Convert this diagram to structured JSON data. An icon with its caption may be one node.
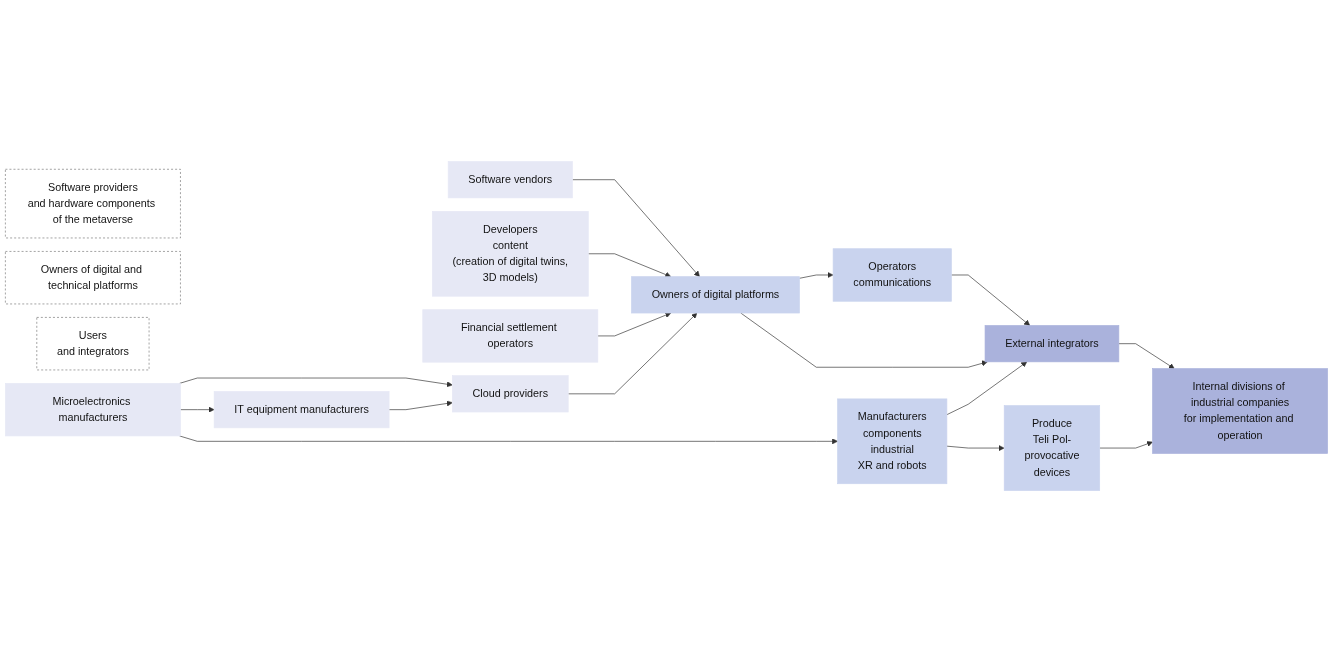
{
  "diagram": {
    "nodes": [
      {
        "text": [
          "Software providers",
          "and hardware components of the metaverse"
        ]
      },
      {
        "text": [
          "Owners of digital and technical platforms"
        ]
      },
      {
        "text": [
          "Users",
          "and integrators"
        ]
      },
      {
        "text": [
          "Software vendors"
        ]
      },
      {
        "text": [
          "Developers",
          "content",
          "(creation of digital twins,",
          "3D models)"
        ]
      },
      {
        "text": [
          "Financial settlement operators"
        ]
      },
      {
        "text": [
          "IT equipment manufacturers"
        ]
      },
      {
        "text": [
          "Cloud providers"
        ]
      },
      {
        "text": [
          "Microelectronics manufacturers"
        ]
      },
      {
        "text": [
          "Owners of digital platforms"
        ]
      },
      {
        "text": [
          "Operators",
          "communications"
        ]
      },
      {
        "text": [
          "Manufacturers",
          "components",
          "industrial",
          "XR and robots"
        ]
      },
      {
        "text": [
          "Produce",
          "Teli Pol-",
          "provocative",
          "devices"
        ]
      },
      {
        "text": [
          "External integrators"
        ]
      },
      {
        "text": [
          "Internal divisions of industrial companies",
          "for implementation and operation"
        ]
      }
    ],
    "edges": [
      {
        "from": 4,
        "to": 9,
        "arrow": "to"
      },
      {
        "from": 3,
        "to": 9,
        "arrow": "to"
      },
      {
        "from": 5,
        "to": 9,
        "arrow": "to"
      },
      {
        "from": 6,
        "to": 7,
        "arrow": "to"
      },
      {
        "from": 8,
        "to": 7,
        "arrow": "to"
      },
      {
        "from": 8,
        "to": 6,
        "arrow": "to"
      },
      {
        "from": 7,
        "to": 9,
        "arrow": "to"
      },
      {
        "from": 8,
        "to": 11,
        "arrow": "to"
      },
      {
        "from": 9,
        "to": 10,
        "arrow": "to"
      },
      {
        "from": 10,
        "to": 13,
        "arrow": "to"
      },
      {
        "from": 9,
        "to": 13,
        "arrow": "to"
      },
      {
        "from": 11,
        "to": 13,
        "arrow": "to"
      },
      {
        "from": 11,
        "to": 12,
        "arrow": "to"
      },
      {
        "from": 12,
        "to": 14,
        "arrow": "to"
      },
      {
        "from": 13,
        "to": 14,
        "arrow": "to"
      }
    ]
  }
}
